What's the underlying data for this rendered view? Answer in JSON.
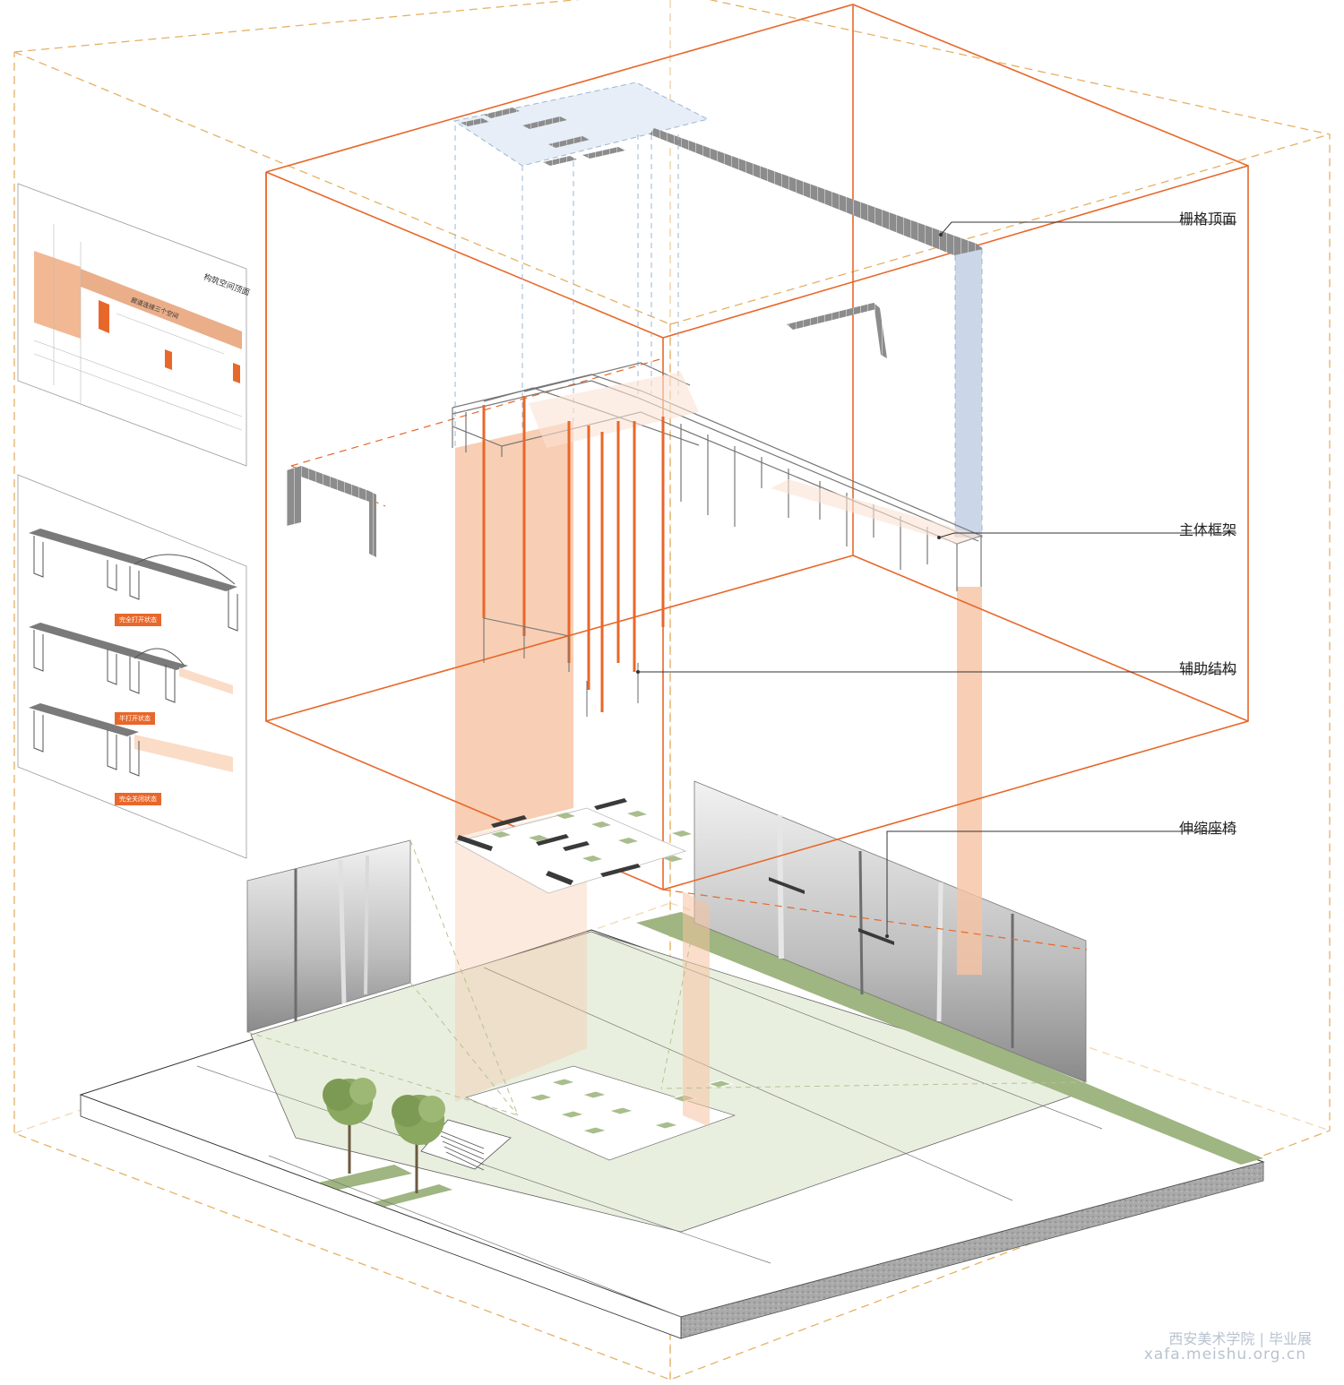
{
  "callouts": {
    "grille_roof": "栅格顶面",
    "main_frame": "主体框架",
    "aux_structure": "辅助结构",
    "telescopic_bench": "伸缩座椅"
  },
  "inset_plan": {
    "title": "构筑空间顶面",
    "label": "廊道连接三个空间"
  },
  "inset_states": {
    "tags": [
      "完全打开状态",
      "半打开状态",
      "完全关闭状态"
    ]
  },
  "watermark": {
    "name": "西安美术学院",
    "sub": "毕业展",
    "url": "xafa.meishu.org.cn"
  },
  "colors": {
    "accent_orange": "#e8672a",
    "light_orange": "#f6c2a1",
    "light_blue": "#c5d3e6",
    "light_green": "#e9efdf",
    "grass_green": "#9fb582",
    "guide_dash": "#e5b165"
  }
}
